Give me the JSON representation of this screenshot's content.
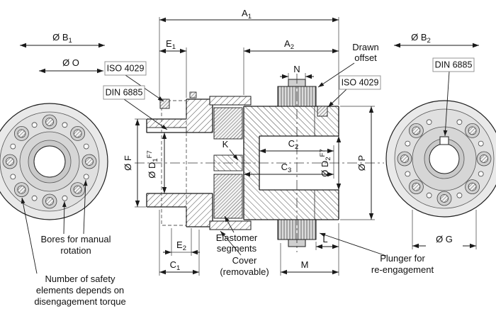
{
  "colors": {
    "background": "#ffffff",
    "line": "#1a1a1a",
    "metal_light": "#eaeaea",
    "metal_mid": "#dfdfdf",
    "metal_dark": "#d0d0d0",
    "bore": "#ffffff"
  },
  "dims": {
    "A1": {
      "base": "A",
      "sub": "1"
    },
    "A2": {
      "base": "A",
      "sub": "2"
    },
    "B1": {
      "base": "Ø B",
      "sub": "1"
    },
    "B2": {
      "base": "Ø B",
      "sub": "2"
    },
    "O": {
      "base": "Ø O"
    },
    "E1": {
      "base": "E",
      "sub": "1"
    },
    "E2": {
      "base": "E",
      "sub": "2"
    },
    "C1": {
      "base": "C",
      "sub": "1"
    },
    "C2": {
      "base": "C",
      "sub": "2"
    },
    "C3": {
      "base": "C",
      "sub": "3"
    },
    "D1": {
      "base": "Ø D",
      "sub": "1",
      "sup": "F7"
    },
    "D2": {
      "base": "Ø D",
      "sub": "2",
      "sup": "F7"
    },
    "F": {
      "base": "Ø F"
    },
    "G": {
      "base": "Ø G"
    },
    "P": {
      "base": "Ø P"
    },
    "K": {
      "base": "K"
    },
    "L": {
      "base": "L"
    },
    "M": {
      "base": "M"
    },
    "N": {
      "base": "N"
    }
  },
  "callouts": {
    "iso4029_left": "ISO 4029",
    "din6885_left": "DIN 6885",
    "iso4029_right": "ISO 4029",
    "din6885_right": "DIN 6885",
    "drawn_offset": {
      "line1": "Drawn",
      "line2": "offset"
    },
    "bores": {
      "line1": "Bores for manual",
      "line2": "rotation"
    },
    "safety_note": {
      "line1": "Number of safety",
      "line2": "elements depends on",
      "line3": "disengagement torque"
    },
    "elastomer": {
      "line1": "Elastomer",
      "line2": "segments"
    },
    "cover": {
      "line1": "Cover",
      "line2": "(removable)"
    },
    "plunger": {
      "line1": "Plunger for",
      "line2": "re-engagement"
    }
  }
}
